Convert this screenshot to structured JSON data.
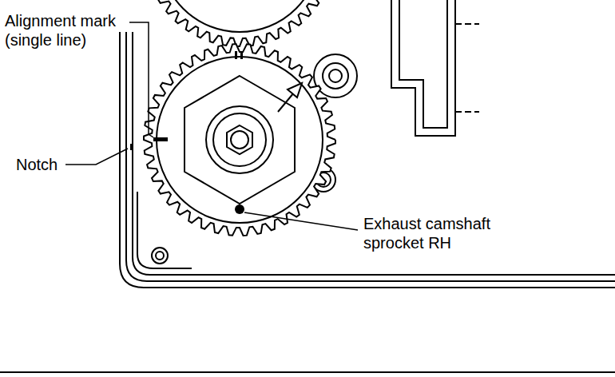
{
  "diagram": {
    "labels": [
      "Alignment mark (single line)",
      "Notch",
      "Exhaust camshaft sprocket RH"
    ]
  }
}
